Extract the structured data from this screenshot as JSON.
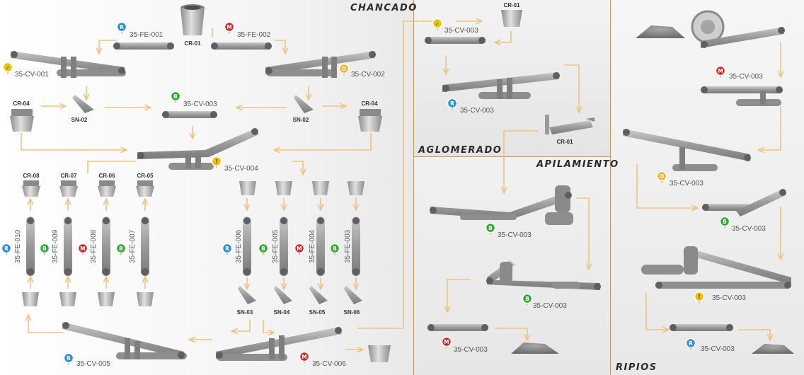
{
  "sections": {
    "chancado": "CHANCADO",
    "aglomerado": "AGLOMERADO",
    "apilamiento": "APILAMIENTO",
    "ripios": "RIPIOS"
  },
  "colors": {
    "R": "#2a8fd8",
    "M": "#d62424",
    "B": "#2eaa2e",
    "D": "#f0b428",
    "alert": "#e8c400",
    "arrow": "#f2c27c",
    "equipment": "#9a9a9a"
  },
  "chancado": {
    "feeders_top": [
      {
        "tag": "35-FE-001",
        "status": "R"
      },
      {
        "tag": "35-FE-002",
        "status": "M"
      }
    ],
    "crusher_top": "CR-01",
    "conveyors": [
      {
        "tag": "35-CV-001",
        "status": "check"
      },
      {
        "tag": "35-CV-002",
        "status": "D"
      },
      {
        "tag": "35-CV-003",
        "status": "B"
      },
      {
        "tag": "35-CV-004",
        "status": "alert"
      },
      {
        "tag": "35-CV-005",
        "status": "R"
      },
      {
        "tag": "35-CV-006",
        "status": "M"
      }
    ],
    "cone_crushers": [
      "CR-04",
      "CR-04"
    ],
    "screens_top": [
      "SN-02",
      "SN-02"
    ],
    "tertiary_crushers": [
      "CR-08",
      "CR-07",
      "CR-06",
      "CR-05"
    ],
    "vertical_feeders_left": [
      {
        "tag": "35-FE-010",
        "status": "R"
      },
      {
        "tag": "35-FE-009",
        "status": "B"
      },
      {
        "tag": "35-FE-008",
        "status": "M"
      },
      {
        "tag": "35-FE-007",
        "status": "B"
      }
    ],
    "vertical_feeders_right": [
      {
        "tag": "35-FE-006",
        "status": "R"
      },
      {
        "tag": "35-FE-005",
        "status": "B"
      },
      {
        "tag": "35-FE-004",
        "status": "M"
      },
      {
        "tag": "35-FE-003",
        "status": "B"
      }
    ],
    "screens_bottom": [
      "SN-03",
      "SN-04",
      "SN-05",
      "SN-06"
    ]
  },
  "aglomerado": {
    "conveyors": [
      {
        "tag": "35-CV-003",
        "status": "check"
      },
      {
        "tag": "35-CV-003",
        "status": "R"
      }
    ],
    "crusher": "CR-01",
    "drum": "CR-01"
  },
  "apilamiento": {
    "conveyors": [
      {
        "tag": "35-CV-003",
        "status": "B"
      },
      {
        "tag": "35-CV-003",
        "status": "B"
      },
      {
        "tag": "35-CV-003",
        "status": "M"
      }
    ]
  },
  "ripios": {
    "conveyors": [
      {
        "tag": "35-CV-003",
        "status": "M"
      },
      {
        "tag": "35-CV-003",
        "status": "D"
      },
      {
        "tag": "35-CV-003",
        "status": "B"
      },
      {
        "tag": "35-CV-003",
        "status": "alert"
      },
      {
        "tag": "35-CV-003",
        "status": "R"
      }
    ]
  }
}
